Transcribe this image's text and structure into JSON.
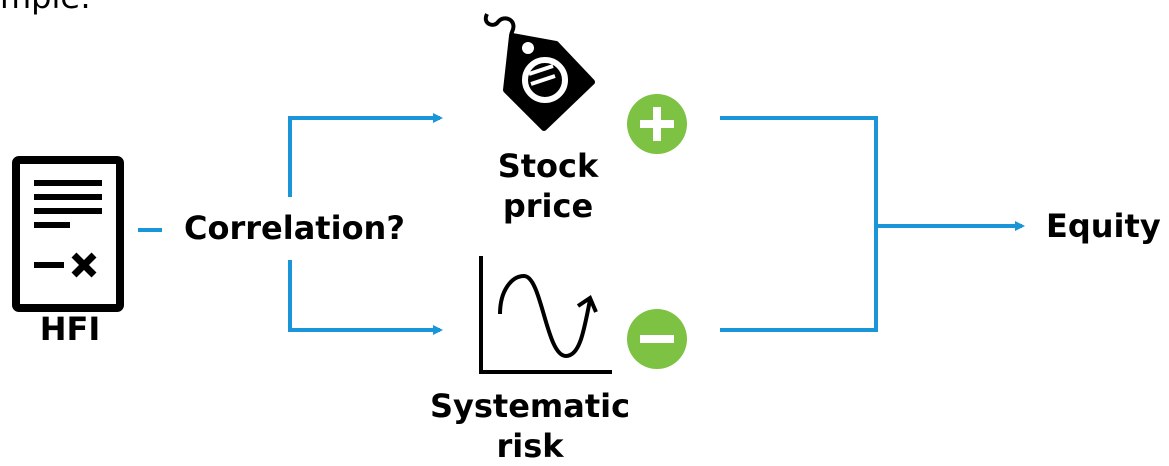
{
  "top_fragment": "mple:",
  "labels": {
    "hfi": "HFI",
    "correlation": "Correlation?",
    "stock_line1": "Stock",
    "stock_line2": "price",
    "risk_line1": "Systematic",
    "risk_line2": "risk",
    "equity": "Equity"
  },
  "icons": {
    "document": "document-icon",
    "price_tag": "euro-price-tag-icon",
    "chart": "sine-wave-chart-icon",
    "plus": "plus-circle-icon",
    "minus": "minus-circle-icon"
  },
  "colors": {
    "connector": "#1a95d8",
    "positive": "#7dc242",
    "negative": "#7dc242",
    "ink": "#000000"
  }
}
